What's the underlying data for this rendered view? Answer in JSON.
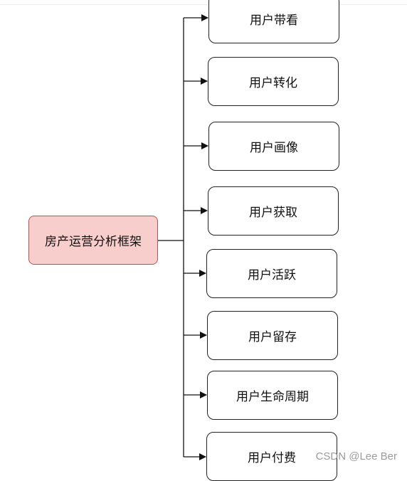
{
  "diagram": {
    "root": {
      "label": "房产运营分析框架",
      "fill": "#f8cecc",
      "stroke": "#b85450"
    },
    "children": [
      {
        "label": "用户带看"
      },
      {
        "label": "用户转化"
      },
      {
        "label": "用户画像"
      },
      {
        "label": "用户获取"
      },
      {
        "label": "用户活跃"
      },
      {
        "label": "用户留存"
      },
      {
        "label": "用户生命周期"
      },
      {
        "label": "用户付费"
      }
    ]
  },
  "watermark": "CSDN @Lee Ber"
}
